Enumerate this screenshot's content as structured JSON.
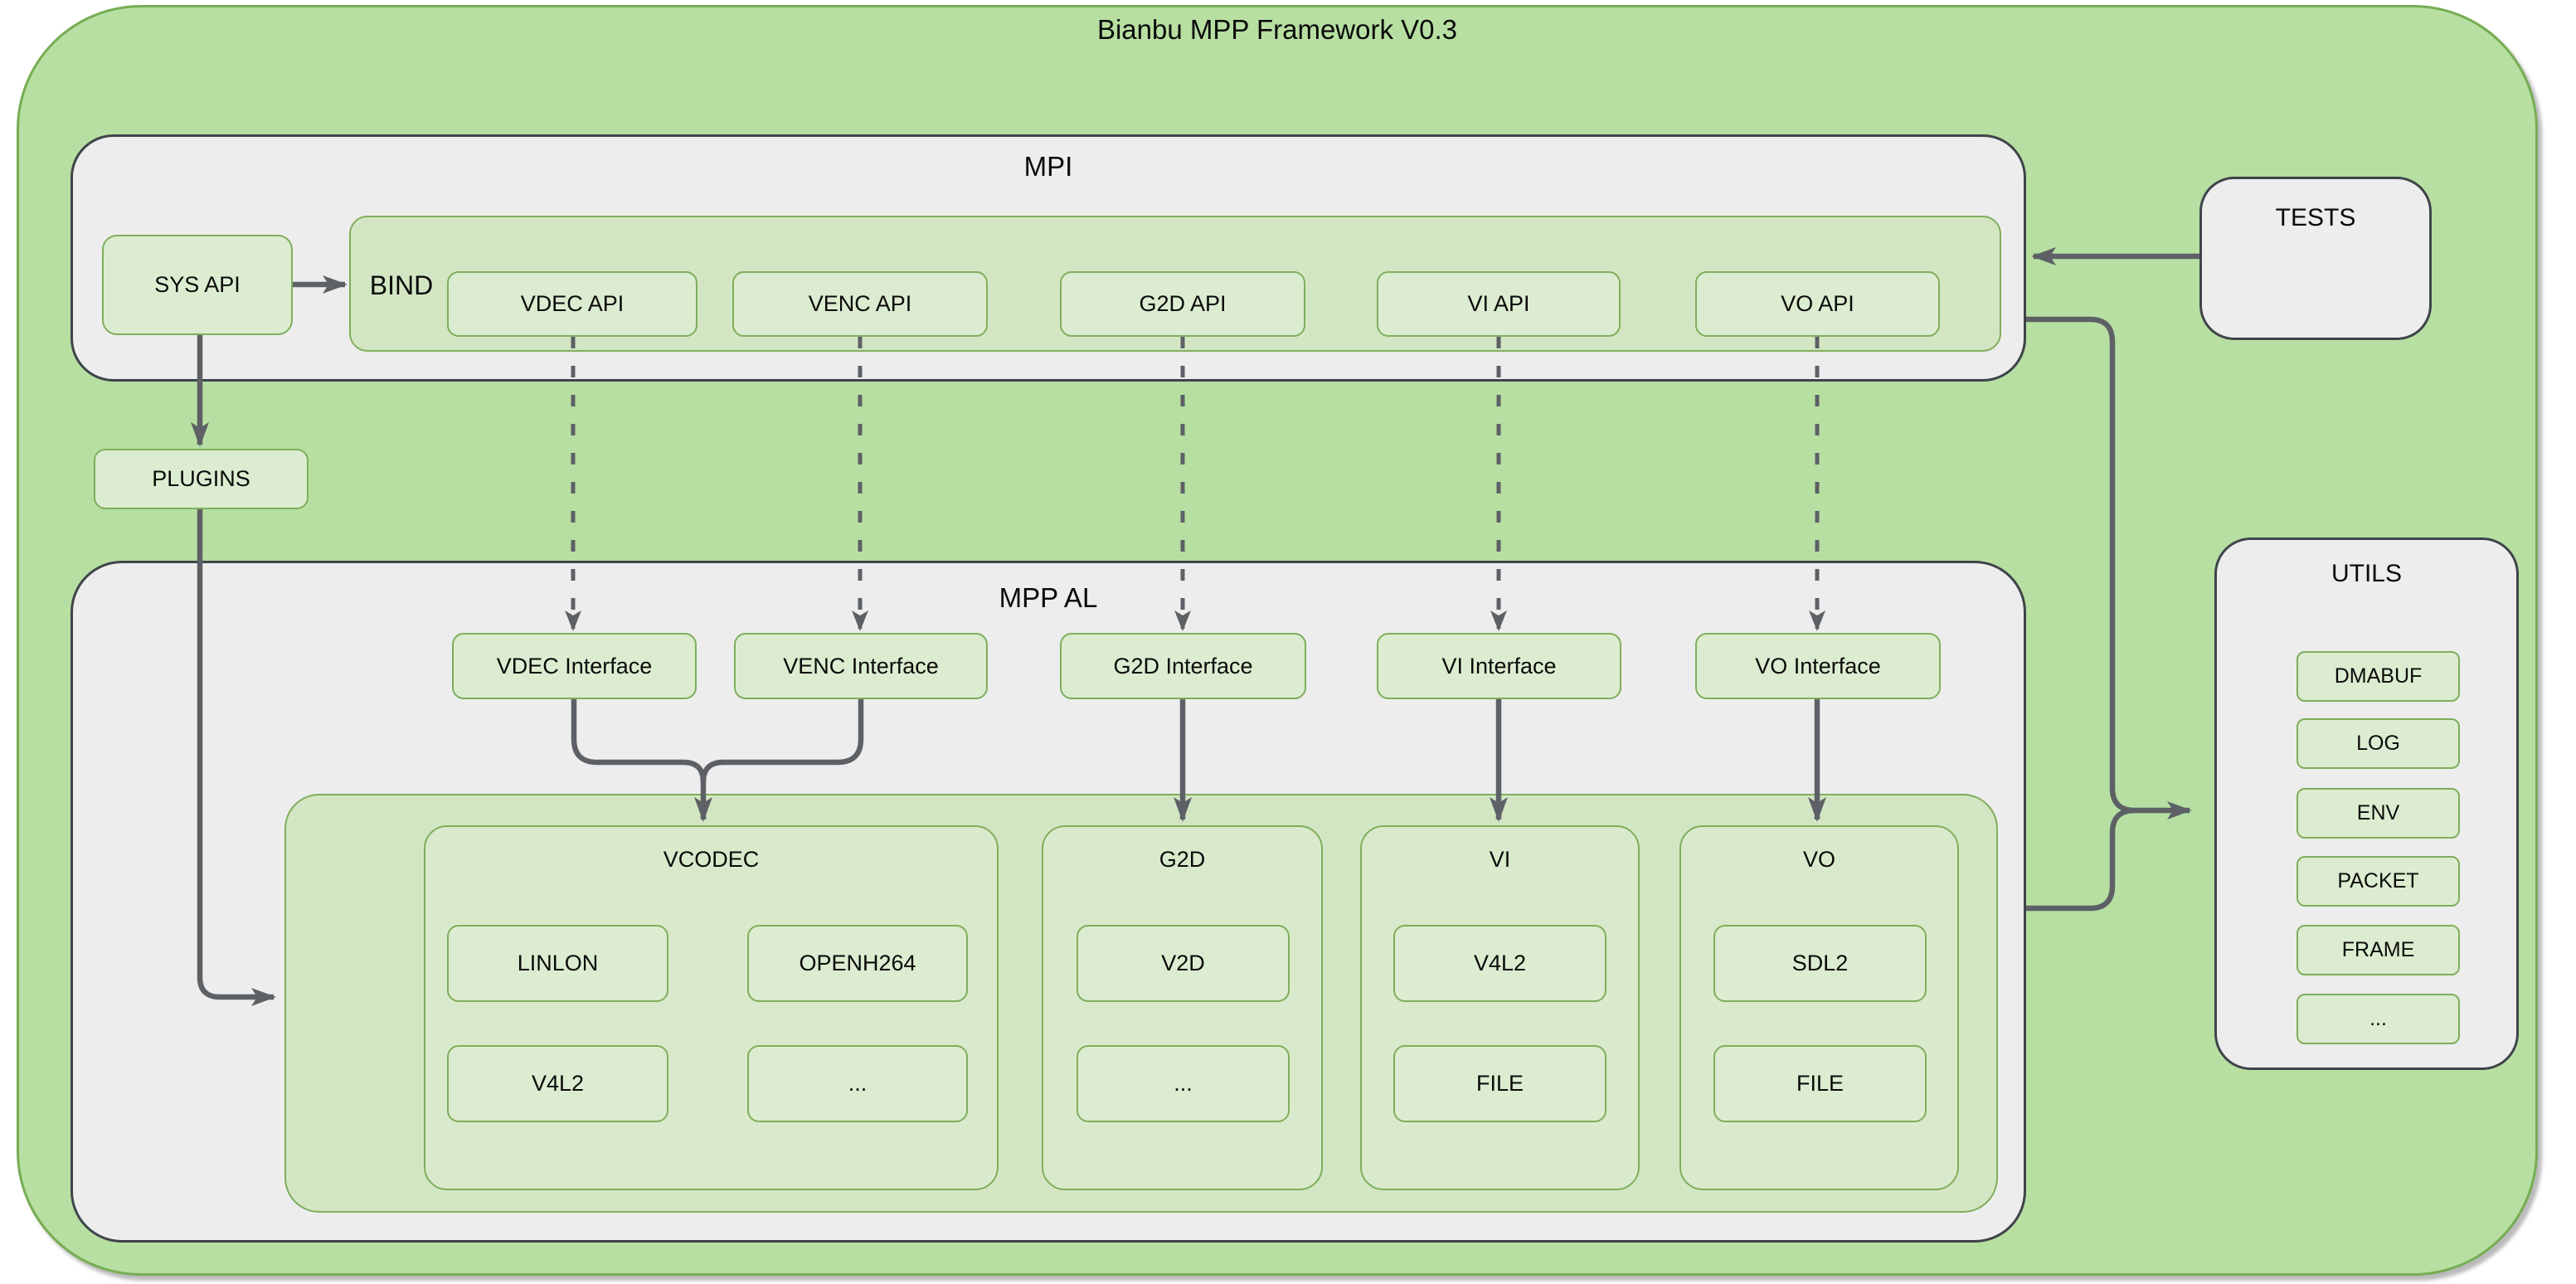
{
  "title": "Bianbu MPP Framework V0.3",
  "colors": {
    "outer_fill": "#b7dfa2",
    "outer_border": "#76ad53",
    "panel_fill": "#ededed",
    "panel_border": "#3f444a",
    "green_fill": "#dcecd0",
    "green_border": "#7fae5b",
    "group_fill": "#d9eacc",
    "container_fill": "#d3e6c4",
    "arrow": "#5d6166",
    "text": "#0a0a0a"
  },
  "mpi": {
    "label": "MPI",
    "sys_api_label": "SYS API",
    "bind_label": "BIND",
    "api_boxes": [
      "VDEC API",
      "VENC API",
      "G2D API",
      "VI API",
      "VO API"
    ]
  },
  "tests": {
    "label": "TESTS"
  },
  "plugins": {
    "label": "PLUGINS"
  },
  "mpp_al": {
    "label": "MPP AL",
    "interfaces": [
      "VDEC Interface",
      "VENC Interface",
      "G2D Interface",
      "VI Interface",
      "VO Interface"
    ],
    "groups": [
      {
        "title": "VCODEC",
        "items": [
          "LINLON",
          "OPENH264",
          "V4L2",
          "..."
        ]
      },
      {
        "title": "G2D",
        "items": [
          "V2D",
          "..."
        ]
      },
      {
        "title": "VI",
        "items": [
          "V4L2",
          "FILE"
        ]
      },
      {
        "title": "VO",
        "items": [
          "SDL2",
          "FILE"
        ]
      }
    ]
  },
  "utils": {
    "label": "UTILS",
    "items": [
      "DMABUF",
      "LOG",
      "ENV",
      "PACKET",
      "FRAME",
      "..."
    ]
  }
}
